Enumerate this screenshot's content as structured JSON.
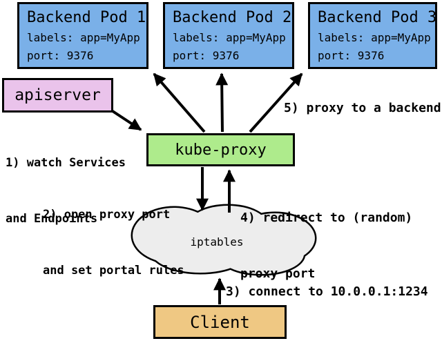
{
  "colors": {
    "background": "#FFFFFF",
    "pod_fill": "#7AB0E8",
    "apiserver_fill": "#EAC3EB",
    "kube_proxy_fill": "#AEEB8C",
    "client_fill": "#EFC883",
    "cloud_fill": "#EDEDED",
    "line": "#000000"
  },
  "pods": [
    {
      "title": "Backend Pod 1",
      "labels": "labels: app=MyApp",
      "port": "port: 9376"
    },
    {
      "title": "Backend Pod 2",
      "labels": "labels: app=MyApp",
      "port": "port: 9376"
    },
    {
      "title": "Backend Pod 3",
      "labels": "labels: app=MyApp",
      "port": "port: 9376"
    }
  ],
  "nodes": {
    "apiserver": "apiserver",
    "kube_proxy": "kube-proxy",
    "iptables": "iptables",
    "client": "Client"
  },
  "steps": {
    "s1a": "1) watch Services",
    "s1b": "and Endpoints",
    "s2a": "2) open proxy port",
    "s2b": "and set portal rules",
    "s3": "3) connect to 10.0.0.1:1234",
    "s4a": "4) redirect to (random)",
    "s4b": "proxy port",
    "s5": "5) proxy to a backend"
  }
}
